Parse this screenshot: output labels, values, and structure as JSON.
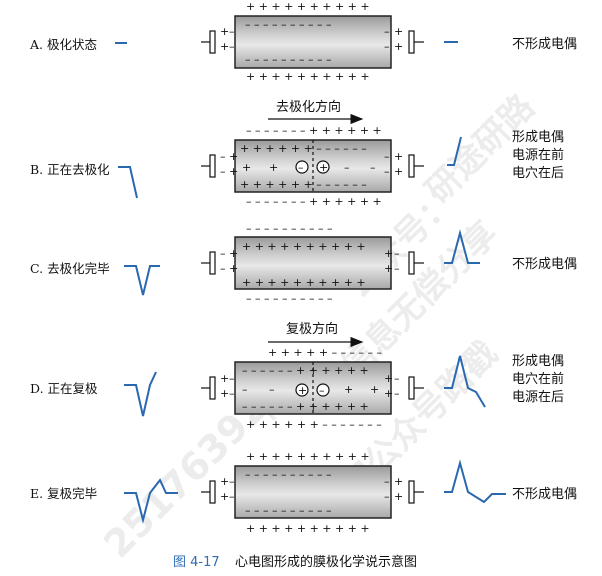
{
  "rows": [
    {
      "label": "A. 极化状态",
      "status": [
        "不形成电偶"
      ]
    },
    {
      "label": "B. 正在去极化",
      "status": [
        "形成电偶",
        "电源在前",
        "电穴在后"
      ],
      "arrow": "去极化方向"
    },
    {
      "label": "C. 去极化完毕",
      "status": [
        "不形成电偶"
      ]
    },
    {
      "label": "D. 正在复极",
      "status": [
        "形成电偶",
        "电穴在前",
        "电源在后"
      ],
      "arrow": "复极方向"
    },
    {
      "label": "E. 复极完毕",
      "status": [
        "不形成电偶"
      ]
    }
  ],
  "caption": {
    "figure": "图 4-17",
    "text": "心电图形成的膜极化学说示意图"
  },
  "watermarks": [
    "研途研路",
    "公众号：",
    "院",
    "信息无偿分享",
    "知公众号路戳",
    "25176392"
  ],
  "colors": {
    "waveform": "#2a68b0",
    "caption_figure": "#2f6eb5",
    "watermark": "#c9c9c9"
  }
}
